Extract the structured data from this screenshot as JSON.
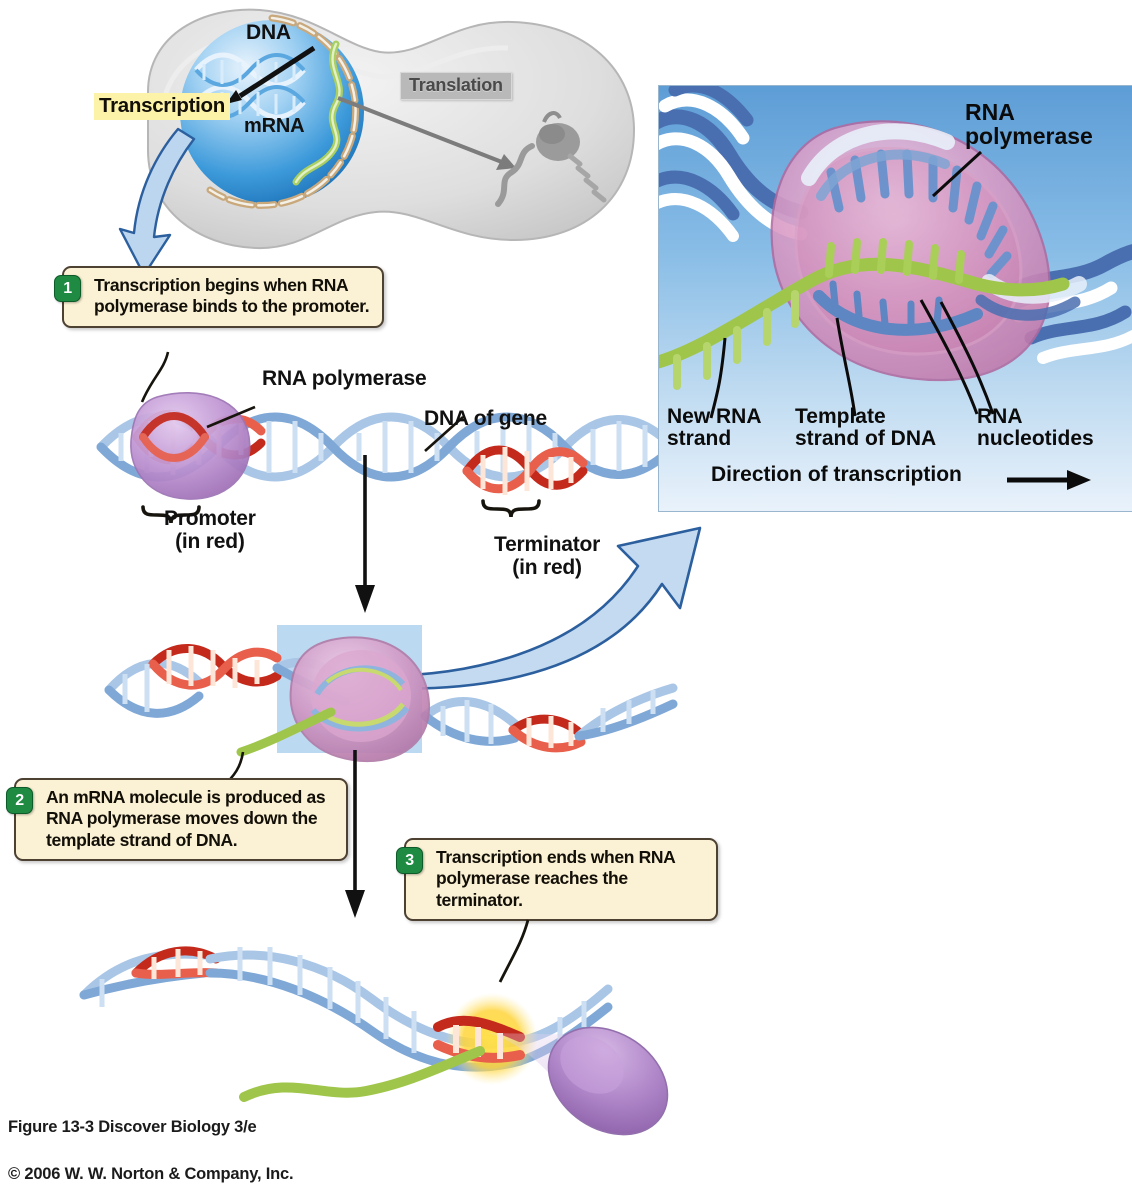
{
  "figure": {
    "caption_line1": "Figure 13-3  Discover Biology 3/e",
    "caption_line2": "© 2006 W. W. Norton & Company, Inc."
  },
  "cell_overview": {
    "dna_label": "DNA",
    "mrna_label": "mRNA",
    "transcription_label": "Transcription",
    "translation_label": "Translation"
  },
  "steps": [
    {
      "number": "1",
      "text": "Transcription begins when RNA polymerase binds to the promoter."
    },
    {
      "number": "2",
      "text": "An mRNA molecule is produced as RNA polymerase moves down the template strand of DNA."
    },
    {
      "number": "3",
      "text": "Transcription ends when RNA polymerase reaches the terminator."
    }
  ],
  "stage1_labels": {
    "rna_polymerase": "RNA polymerase",
    "dna_of_gene": "DNA of gene",
    "promoter": "Promoter\n(in red)",
    "terminator": "Terminator\n(in red)"
  },
  "inset": {
    "rna_polymerase": "RNA\npolymerase",
    "new_rna_strand": "New RNA\nstrand",
    "template_strand": "Template\nstrand of DNA",
    "rna_nucleotides": "RNA\nnucleotides",
    "direction": "Direction of transcription"
  },
  "colors": {
    "dna_blue": "#8fb4de",
    "dna_blue_dark": "#5a84bd",
    "dna_red": "#c42a1c",
    "rna_green": "#9fc64a",
    "polymerase_purple": "#b48bc7",
    "polymerase_pink": "#d58fc0",
    "callout_bg": "#fbf1d4",
    "callout_border": "#4d4132",
    "badge_green": "#1e8a42",
    "highlight_yellow": "#fcf3a8",
    "translation_gray": "#b9b9b9",
    "inset_blue_top": "#5d9dd6",
    "inset_blue_bottom": "#e9f2fb",
    "arrow_blue": "#b9d3ee",
    "arrow_blue_stroke": "#2c5f9e",
    "terminator_glow": "#ffd43b",
    "nucleus_blue": "#2f8fd8",
    "cell_gray": "#dcdcdc"
  }
}
